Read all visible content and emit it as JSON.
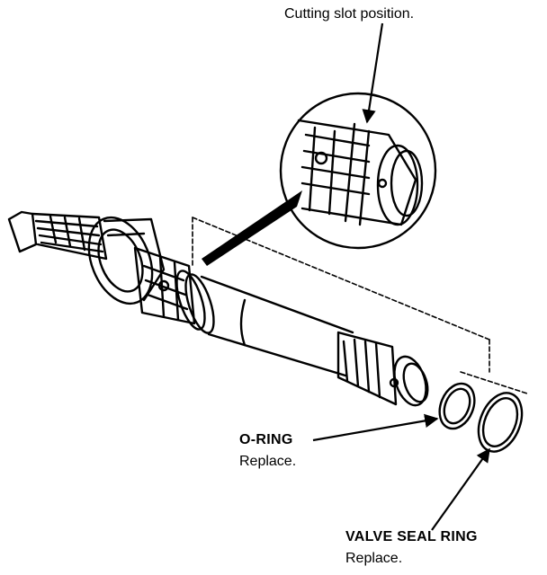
{
  "callouts": {
    "cutting_slot": {
      "title": "Cutting slot position."
    },
    "o_ring": {
      "name": "O-RING",
      "action": "Replace."
    },
    "valve_seal_ring": {
      "name": "VALVE SEAL RING",
      "action": "Replace."
    }
  }
}
